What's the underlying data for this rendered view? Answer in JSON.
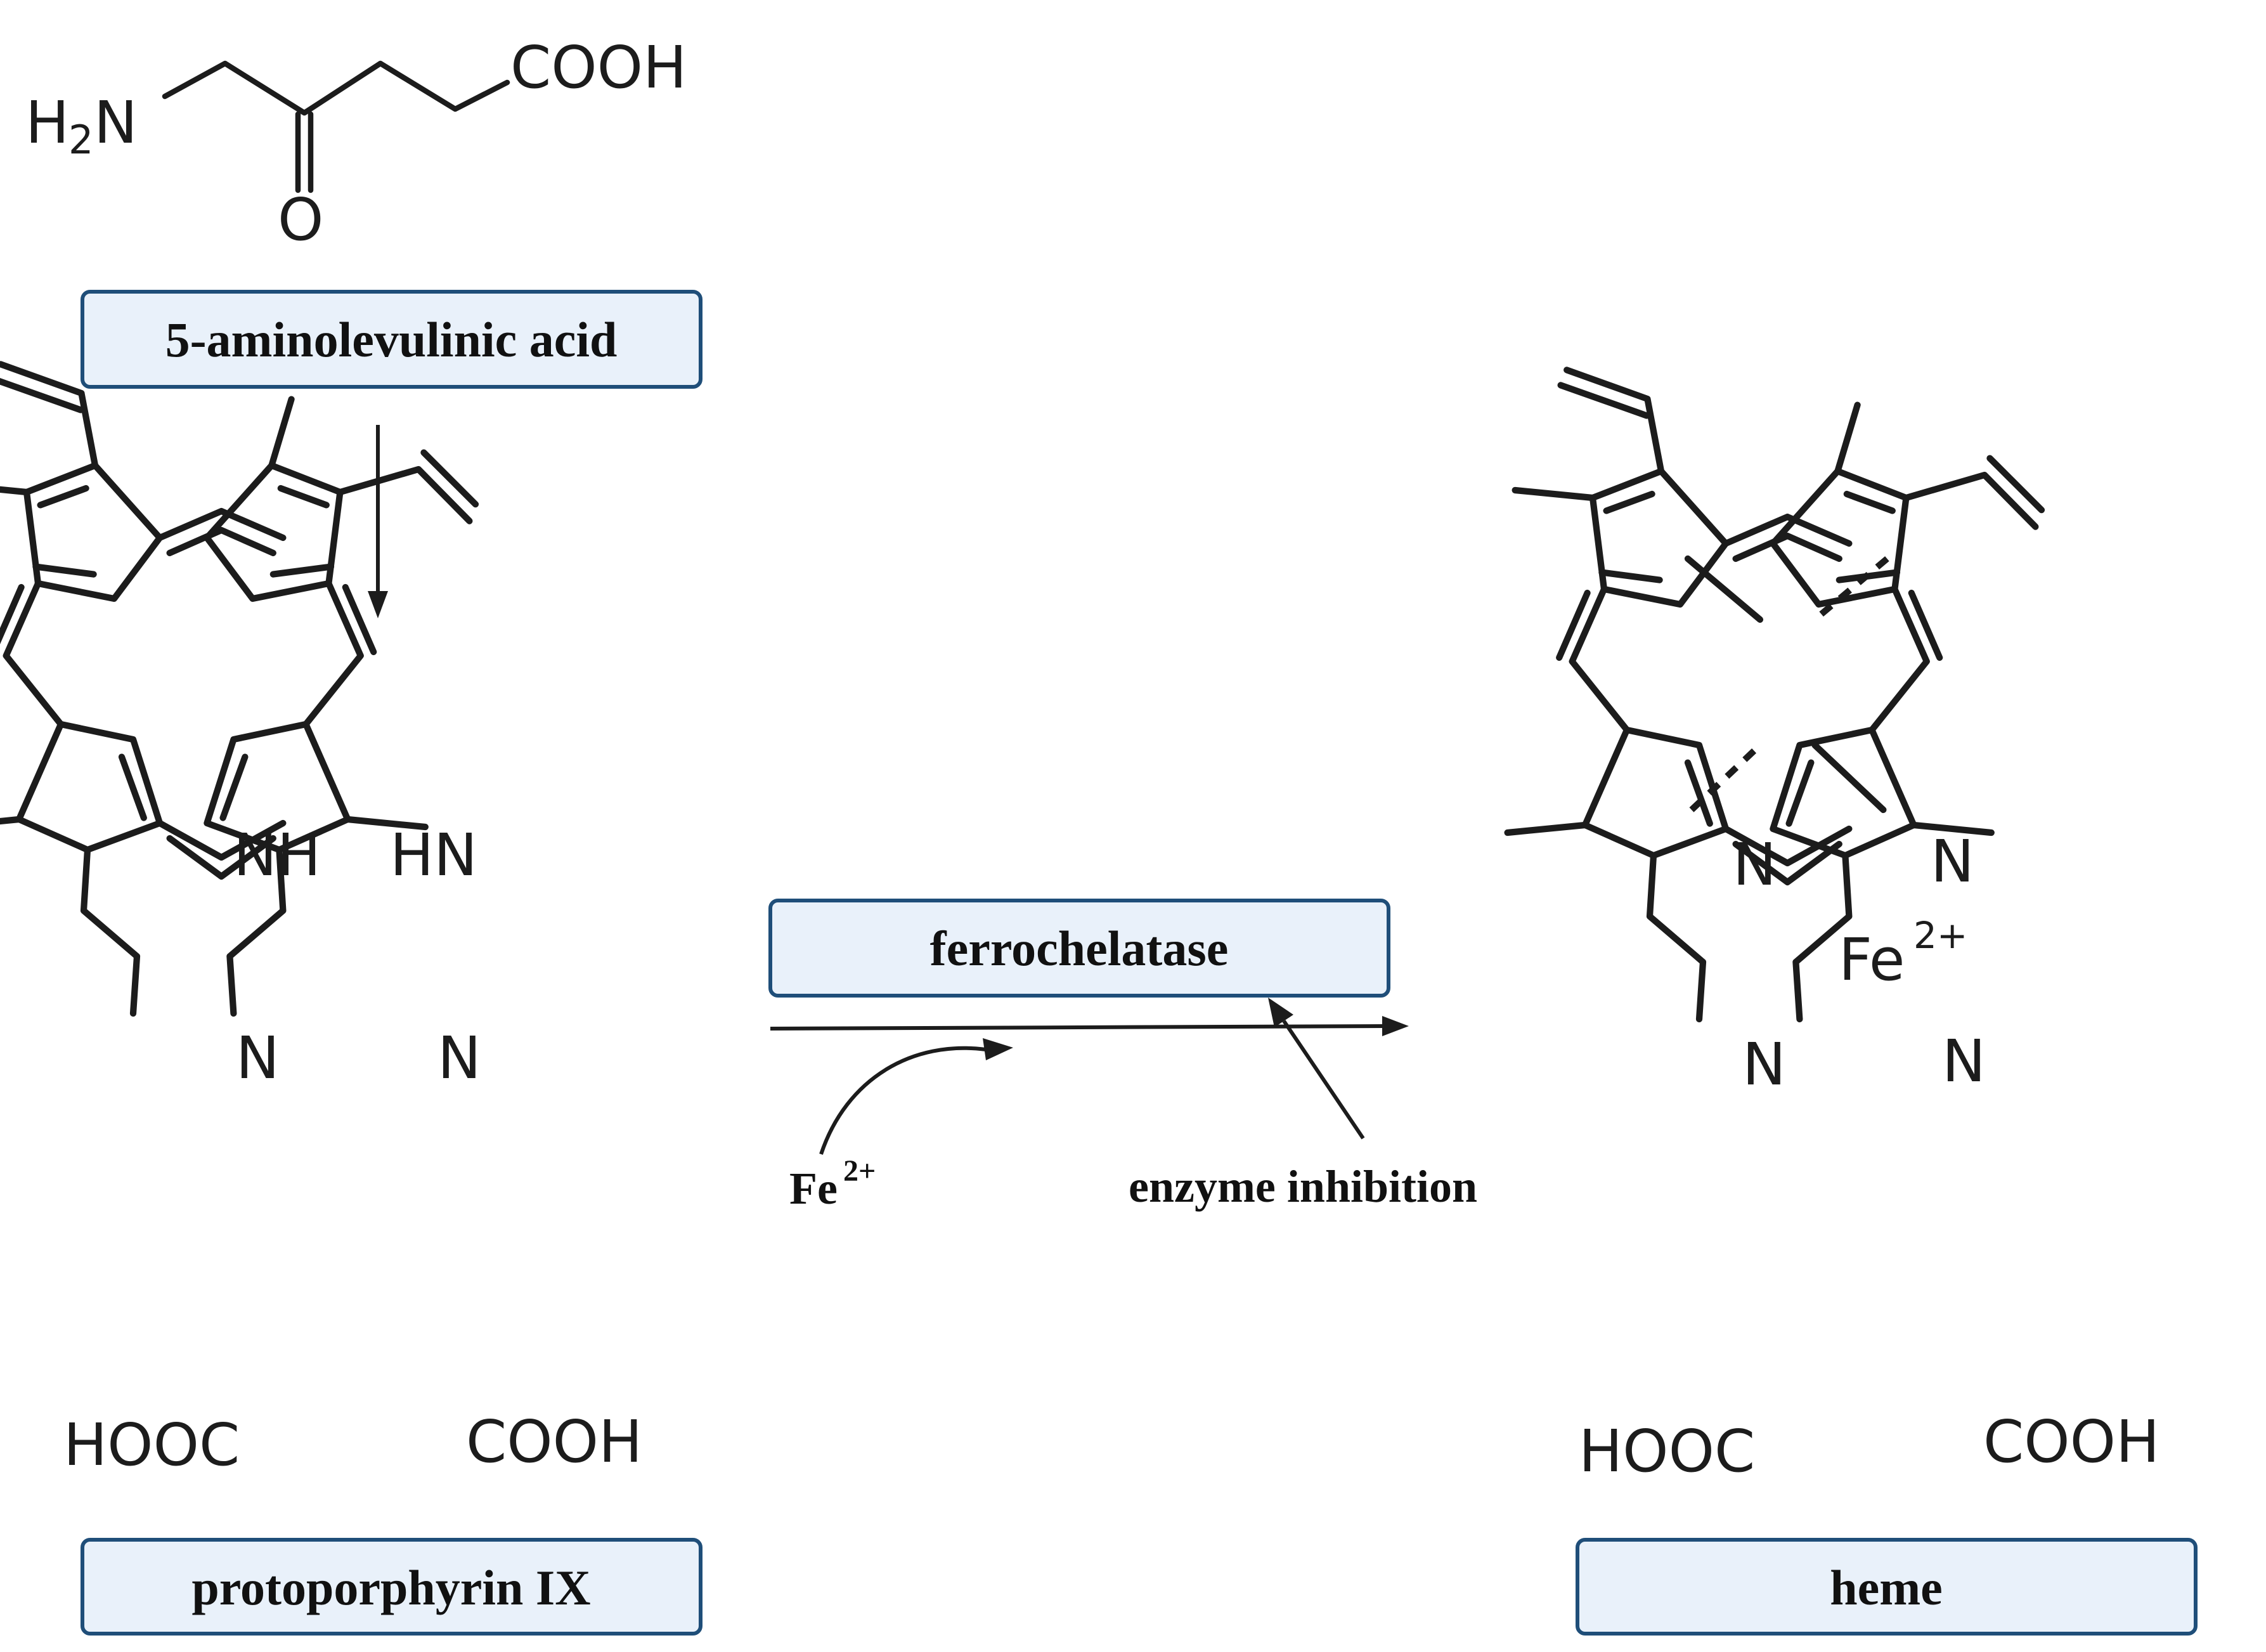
{
  "labels": {
    "ala": "5-aminolevulinic acid",
    "ppix": "protoporphyrin IX",
    "heme": "heme",
    "enzyme": "ferrochelatase"
  },
  "annotations": {
    "iron": "Fe",
    "iron_charge": "2+",
    "inhibition": "enzyme inhibition"
  },
  "ala_atoms": {
    "h2n_h": "H",
    "h2n_sub": "2",
    "h2n_n": "N",
    "cooh": "COOH",
    "keto_o": "O"
  },
  "ppix_atoms": {
    "nh_left": "NH",
    "nh_right": "HN",
    "n_left": "N",
    "n_right": "N",
    "acid_left": "HOOC",
    "acid_right": "COOH"
  },
  "heme_atoms": {
    "n_tl": "N",
    "n_tr": "N",
    "n_bl": "N",
    "n_br": "N",
    "fe": "Fe",
    "fe_charge": "2+",
    "acid_left": "HOOC",
    "acid_right": "COOH"
  },
  "colors": {
    "box_fill": "#e9f1fa",
    "box_border": "#1f4e79",
    "ink": "#1c1c1c"
  }
}
